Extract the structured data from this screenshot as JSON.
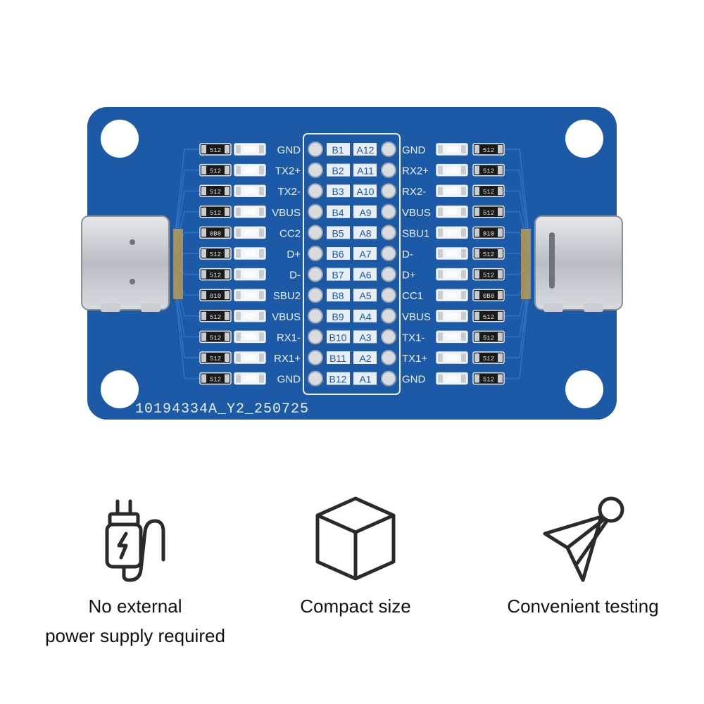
{
  "board": {
    "pcb_color": "#1c5aa8",
    "silkscreen_color": "#e8eef6",
    "serial": "10194334A_Y2_250725",
    "left_signals": [
      "GND",
      "TX2+",
      "TX2-",
      "VBUS",
      "CC2",
      "D+",
      "D-",
      "SBU2",
      "VBUS",
      "RX1-",
      "RX1+",
      "GND"
    ],
    "pins_b": [
      "B1",
      "B2",
      "B3",
      "B4",
      "B5",
      "B6",
      "B7",
      "B8",
      "B9",
      "B10",
      "B11",
      "B12"
    ],
    "pins_a": [
      "A12",
      "A11",
      "A10",
      "A9",
      "A8",
      "A7",
      "A6",
      "A5",
      "A4",
      "A3",
      "A2",
      "A1"
    ],
    "right_signals": [
      "GND",
      "RX2+",
      "RX2-",
      "VBUS",
      "SBU1",
      "D-",
      "D+",
      "CC1",
      "VBUS",
      "TX1-",
      "TX1+",
      "GND"
    ],
    "resistor_codes_left": [
      "512",
      "512",
      "512",
      "512",
      "0B8",
      "512",
      "512",
      "810",
      "512",
      "512",
      "512",
      "512"
    ],
    "resistor_codes_right": [
      "512",
      "512",
      "512",
      "512",
      "810",
      "512",
      "512",
      "0B8",
      "512",
      "512",
      "512",
      "512"
    ]
  },
  "features": [
    {
      "icon": "charger-plug-icon",
      "line1": "No external",
      "line2": "power supply required"
    },
    {
      "icon": "cube-icon",
      "line1": "Compact size",
      "line2": ""
    },
    {
      "icon": "test-probe-icon",
      "line1": "Convenient testing",
      "line2": ""
    }
  ]
}
